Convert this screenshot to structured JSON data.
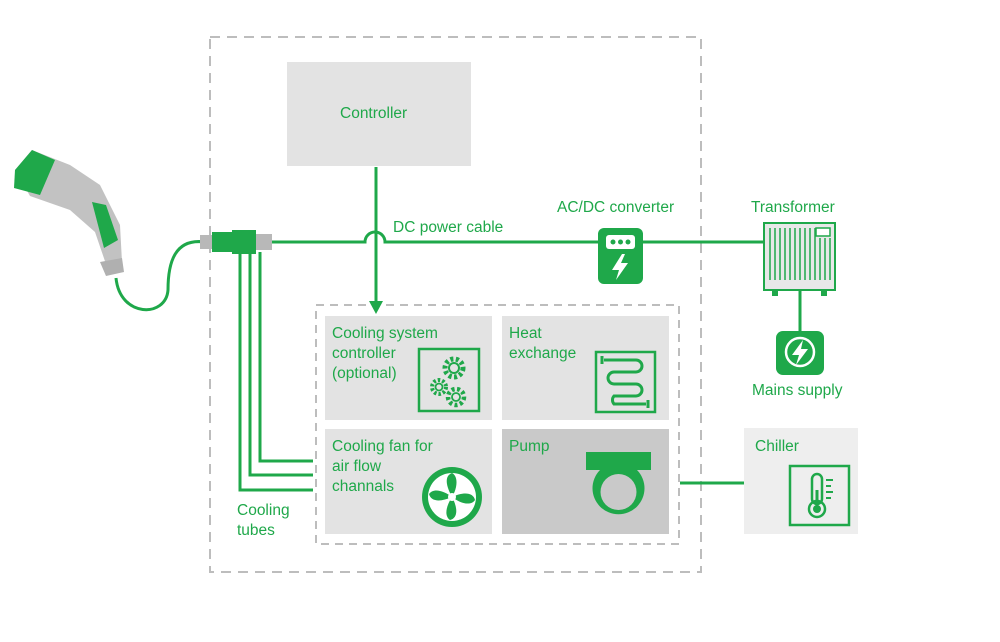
{
  "labels": {
    "controller": "Controller",
    "dc_power_cable": "DC power cable",
    "acdc_converter": "AC/DC converter",
    "transformer": "Transformer",
    "mains_supply": "Mains supply",
    "cooling_system_controller": "Cooling system\ncontroller\n(optional)",
    "heat_exchange": "Heat\nexchange",
    "cooling_fan": "Cooling fan for\nair flow\nchannals",
    "pump": "Pump",
    "chiller": "Chiller",
    "cooling_tubes": "Cooling\ntubes"
  },
  "colors": {
    "accent": "#1fa84a",
    "box_light": "#e3e3e3",
    "box_dark": "#c9c9c9",
    "dashed_border": "#bdbdbd",
    "connector_gray": "#b8b8b8"
  },
  "icons": [
    "ev-charging-plug-icon",
    "gears-icon",
    "heat-coil-icon",
    "fan-icon",
    "pump-icon",
    "thermometer-icon",
    "converter-icon",
    "transformer-icon",
    "mains-bolt-icon"
  ]
}
